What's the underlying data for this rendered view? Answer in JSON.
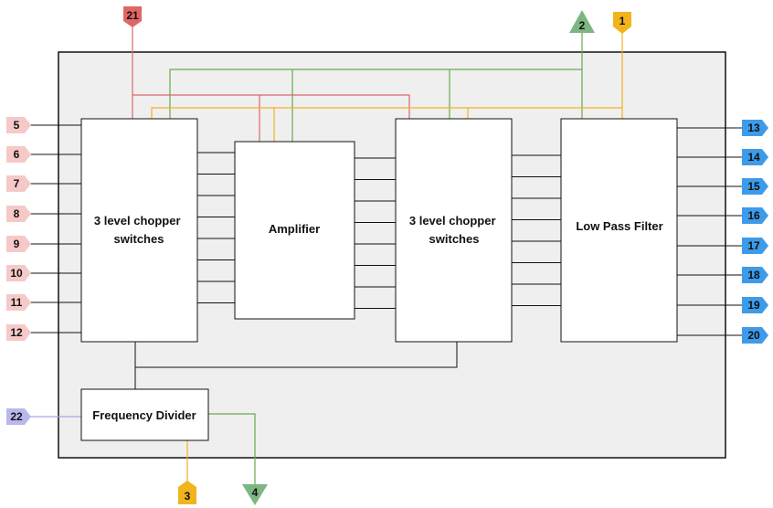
{
  "colors": {
    "chip_fill": "#efefef",
    "chip_border": "#111111",
    "block_fill": "#ffffff",
    "wire": "#111111",
    "red_wire": "#e06666",
    "green_wire": "#6aa84f",
    "orange_wire": "#f1b41c",
    "purple_wire": "#a8a6e6",
    "pin_pink": "#f6c9c9",
    "pin_blue": "#3d9be9",
    "pin_red": "#e06666",
    "pin_green": "#7bb683",
    "pin_orange": "#f1b41c",
    "pin_purple": "#b9b7ee"
  },
  "blocks": {
    "chopper_left": [
      "3 level chopper",
      "switches"
    ],
    "amplifier": [
      "Amplifier"
    ],
    "chopper_right": [
      "3 level chopper",
      "switches"
    ],
    "low_pass_filter": [
      "Low Pass Filter"
    ],
    "frequency_divider": [
      "Frequency Divider"
    ]
  },
  "pins": {
    "left_inputs": [
      "5",
      "6",
      "7",
      "8",
      "9",
      "10",
      "11",
      "12"
    ],
    "right_outputs": [
      "13",
      "14",
      "15",
      "16",
      "17",
      "18",
      "19",
      "20"
    ],
    "top_red": "21",
    "top_green": "2",
    "top_orange": "1",
    "left_purple": "22",
    "bottom_orange": "3",
    "bottom_green": "4"
  }
}
